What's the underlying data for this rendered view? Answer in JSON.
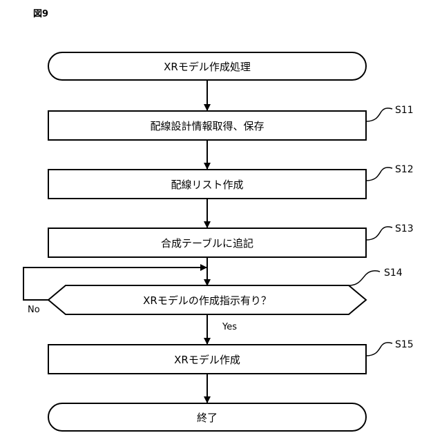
{
  "figure_label": "図9",
  "nodes": {
    "start": "XRモデル作成処理",
    "s11": "配線設計情報取得、保存",
    "s12": "配線リスト作成",
    "s13": "合成テーブルに追記",
    "s14": "XRモデルの作成指示有り？",
    "s15": "XRモデル作成",
    "end": "終了"
  },
  "step_labels": {
    "s11": "S11",
    "s12": "S12",
    "s13": "S13",
    "s14": "S14",
    "s15": "S15"
  },
  "branches": {
    "yes": "Yes",
    "no": "No"
  }
}
